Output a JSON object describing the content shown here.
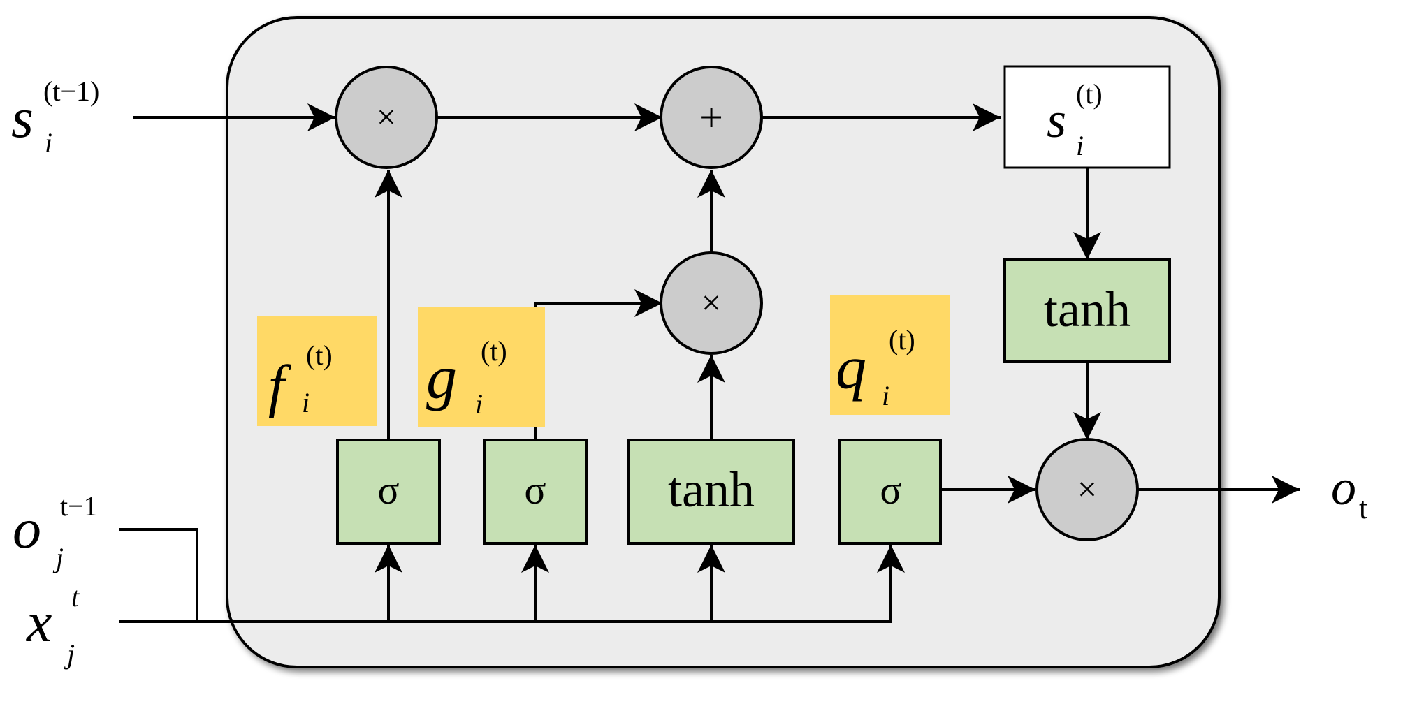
{
  "diagram": {
    "colors": {
      "cell_background": "#ececec",
      "gate_fill": "#c6e0b4",
      "operator_fill": "#cccccc",
      "label_highlight": "#ffd966",
      "line": "#000000"
    },
    "inputs": {
      "state_prev": {
        "base": "s",
        "sub": "i",
        "sup": "(t−1)"
      },
      "output_prev": {
        "base": "o",
        "sub": "j",
        "sup": "t−1"
      },
      "input": {
        "base": "x",
        "sub": "j",
        "sup": "t"
      }
    },
    "operators": {
      "forget_multiply": "×",
      "add": "+",
      "input_multiply": "×",
      "output_multiply": "×"
    },
    "gates": {
      "forget_gate": "σ",
      "input_gate": "σ",
      "candidate": "tanh",
      "output_gate": "σ",
      "state_tanh": "tanh"
    },
    "gate_labels": {
      "forget": {
        "base": "f",
        "sub": "i",
        "sup": "(t)"
      },
      "input": {
        "base": "g",
        "sub": "i",
        "sup": "(t)"
      },
      "output": {
        "base": "q",
        "sub": "i",
        "sup": "(t)"
      }
    },
    "state_box": {
      "base": "s",
      "sub": "i",
      "sup": "(t)"
    },
    "output": {
      "base": "o",
      "sub": "t"
    }
  }
}
